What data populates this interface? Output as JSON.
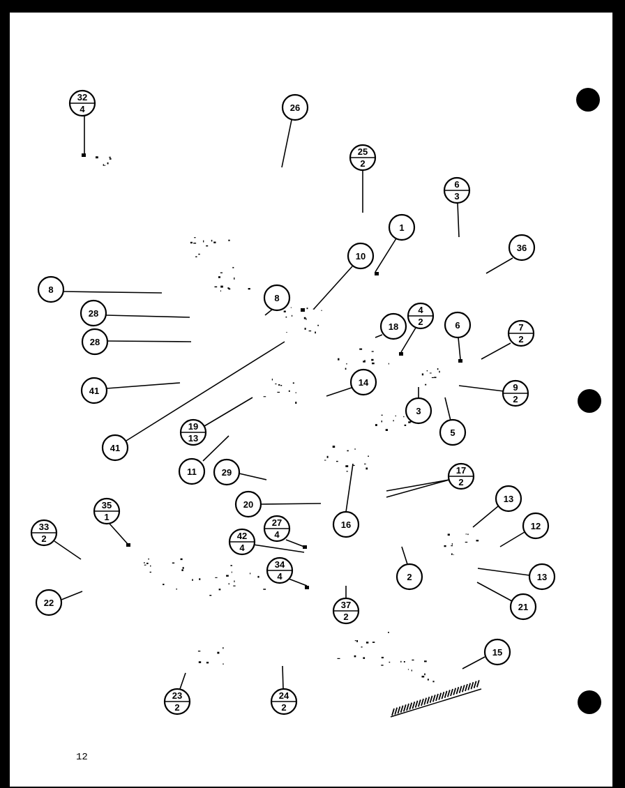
{
  "page_number": "12",
  "callouts": [
    {
      "n": "32",
      "d": "4"
    },
    {
      "n": "26"
    },
    {
      "n": "25",
      "d": "2"
    },
    {
      "n": "6",
      "d": "3"
    },
    {
      "n": "1"
    },
    {
      "n": "10"
    },
    {
      "n": "36"
    },
    {
      "n": "8"
    },
    {
      "n": "8"
    },
    {
      "n": "28"
    },
    {
      "n": "28"
    },
    {
      "n": "18"
    },
    {
      "n": "4",
      "d": "2"
    },
    {
      "n": "6"
    },
    {
      "n": "7",
      "d": "2"
    },
    {
      "n": "41"
    },
    {
      "n": "14"
    },
    {
      "n": "9",
      "d": "2"
    },
    {
      "n": "3"
    },
    {
      "n": "19",
      "d": "13"
    },
    {
      "n": "41"
    },
    {
      "n": "5"
    },
    {
      "n": "11"
    },
    {
      "n": "29"
    },
    {
      "n": "17",
      "d": "2"
    },
    {
      "n": "20"
    },
    {
      "n": "16"
    },
    {
      "n": "13"
    },
    {
      "n": "35",
      "d": "1"
    },
    {
      "n": "33",
      "d": "2"
    },
    {
      "n": "27",
      "d": "4"
    },
    {
      "n": "12"
    },
    {
      "n": "42",
      "d": "4"
    },
    {
      "n": "34",
      "d": "4"
    },
    {
      "n": "2"
    },
    {
      "n": "13"
    },
    {
      "n": "22"
    },
    {
      "n": "37",
      "d": "2"
    },
    {
      "n": "21"
    },
    {
      "n": "15"
    },
    {
      "n": "23",
      "d": "2"
    },
    {
      "n": "24",
      "d": "2"
    }
  ]
}
